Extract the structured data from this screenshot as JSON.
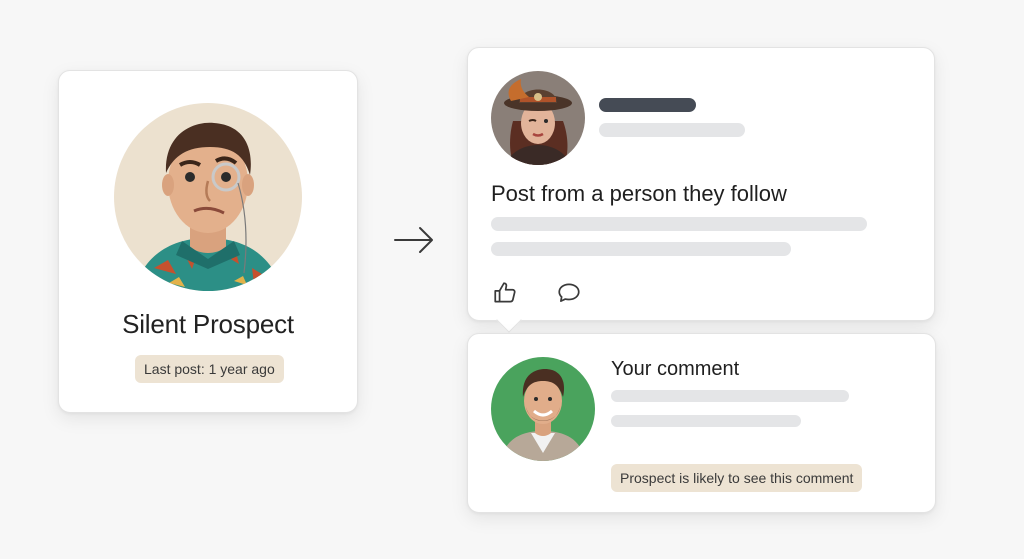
{
  "prospect": {
    "name": "Silent Prospect",
    "last_post": "Last post: 1 year ago",
    "avatar_icon": "monocle-man-avatar"
  },
  "arrow_icon": "right-arrow-icon",
  "post": {
    "title": "Post from a person they follow",
    "avatar_icon": "woman-with-hat-avatar",
    "actions": [
      "thumbs-up-icon",
      "comment-bubble-icon"
    ]
  },
  "comment": {
    "title": "Your comment",
    "note": "Prospect is likely to see this comment",
    "avatar_icon": "smiling-man-avatar"
  },
  "colors": {
    "badge_bg": "#ede3d3",
    "skeleton": "#e4e5e7",
    "skeleton_dark": "#454b55",
    "commenter_bg": "#4aa35d",
    "prospect_bg": "#ece1cf"
  }
}
